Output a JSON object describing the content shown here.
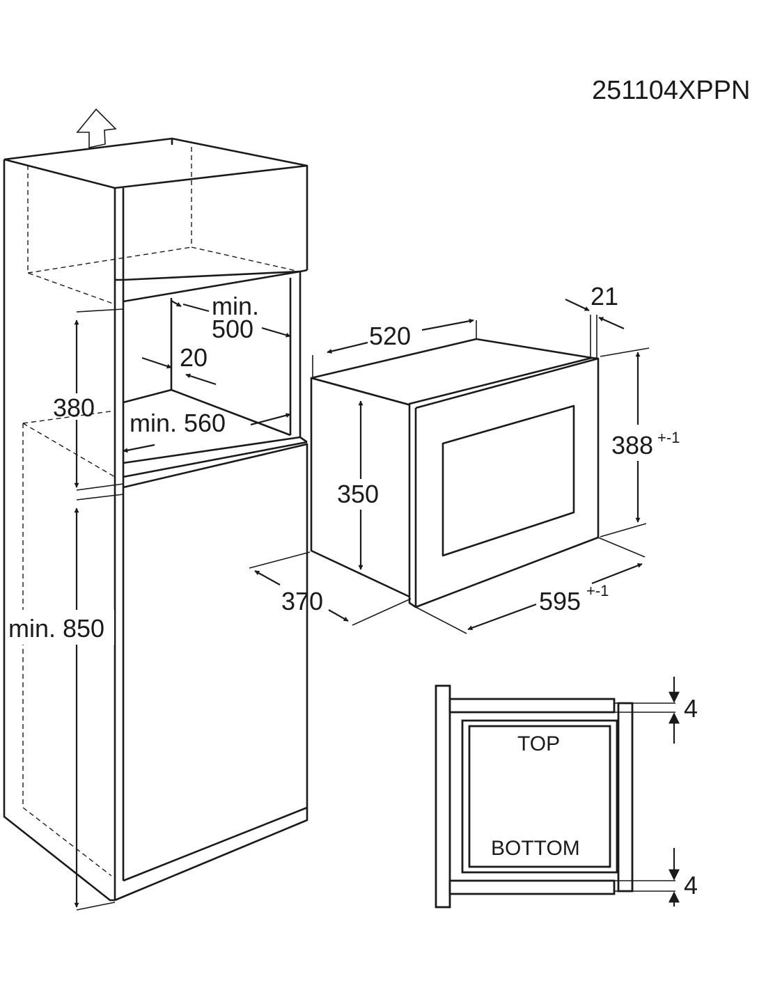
{
  "model_code": "251104XPPN",
  "dimensions": {
    "cabinet_inner_width": {
      "prefix": "min.",
      "value": "500"
    },
    "panel_gap": "20",
    "cabinet_depth": "min. 560",
    "niche_height": "380",
    "base_height": "min. 850",
    "appliance_width": "520",
    "front_thickness": "21",
    "front_height": {
      "value": "388",
      "tolerance": "+-1"
    },
    "body_height": "350",
    "appliance_depth": "370",
    "front_width": {
      "value": "595",
      "tolerance": "+-1"
    },
    "top_gap": "4",
    "bottom_gap": "4"
  },
  "section_labels": {
    "top": "TOP",
    "bottom": "BOTTOM"
  },
  "icons": [
    "ventilation-arrow-icon"
  ]
}
